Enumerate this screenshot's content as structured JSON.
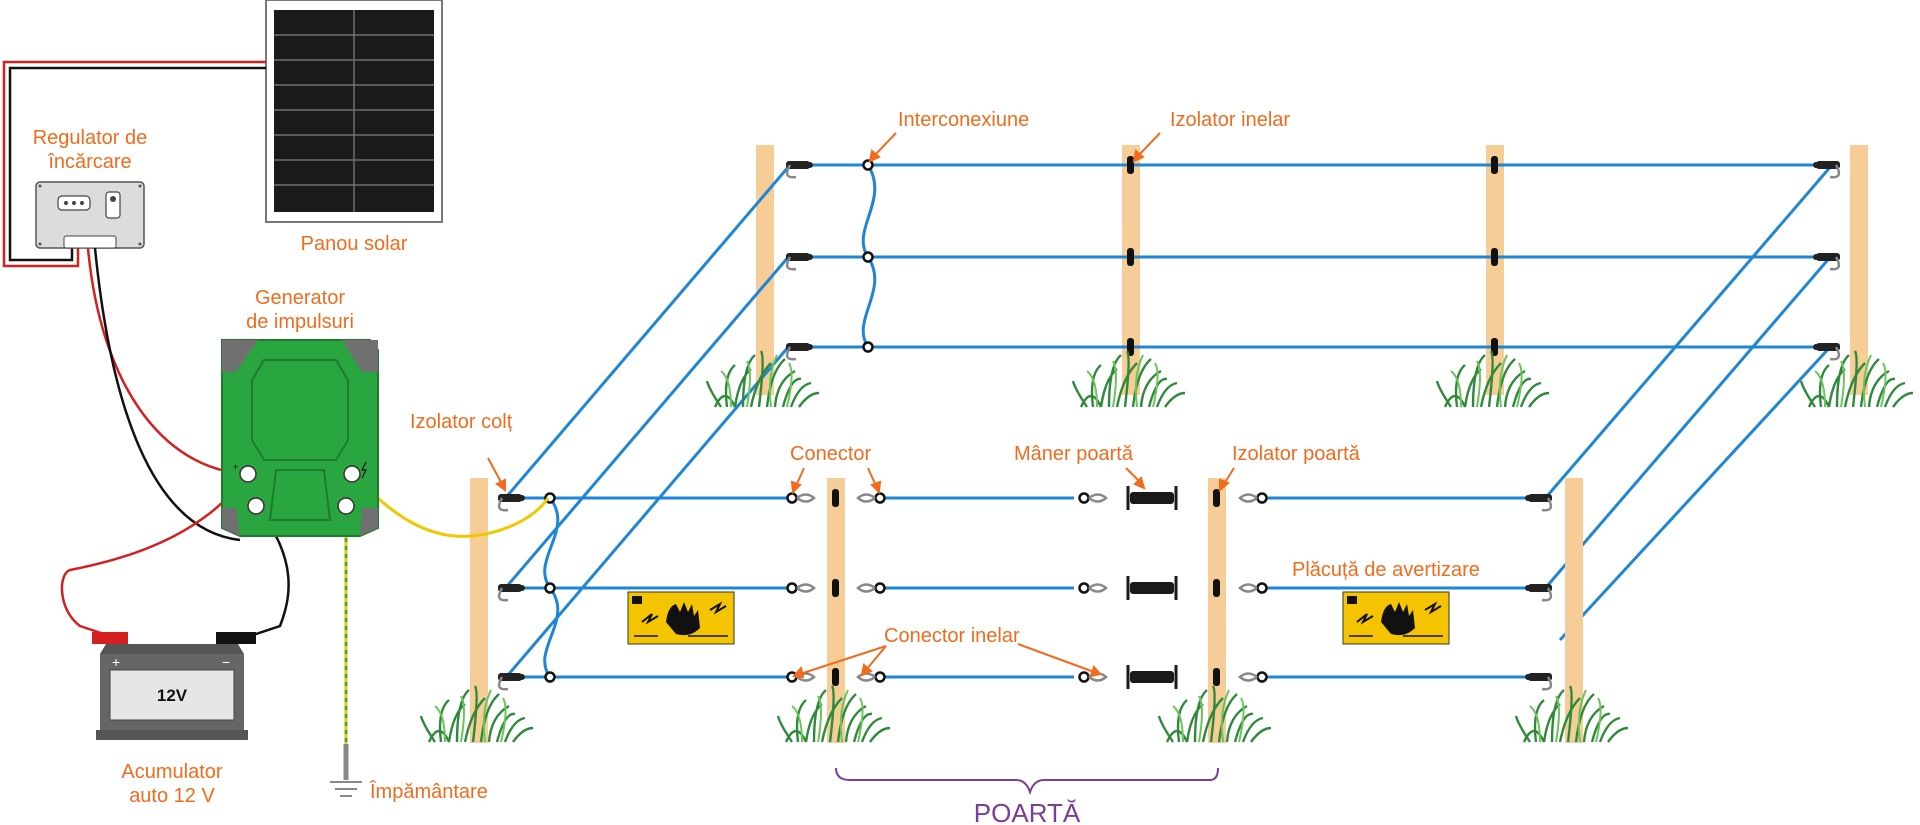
{
  "labels": {
    "regulator": [
      "Regulator de",
      "încărcare"
    ],
    "solar_panel": "Panou solar",
    "generator": [
      "Generator",
      "de impulsuri"
    ],
    "interconnection": "Interconexiune",
    "ring_insulator": "Izolator inelar",
    "corner_insulator": "Izolator colț",
    "connector": "Conector",
    "gate_handle": "Mâner poartă",
    "gate_insulator": "Izolator poartă",
    "warning_sign": "Plăcuță de avertizare",
    "ring_connector": "Conector inelar",
    "battery": [
      "Acumulator",
      "auto 12 V"
    ],
    "grounding": "Împământare",
    "gate": "POARTĂ",
    "battery_voltage": "12V",
    "battery_plus": "+",
    "battery_minus": "−"
  },
  "colors": {
    "label": "#f26b1d",
    "gate_label": "#7a3d9a",
    "fence_wire": "#1f86d6",
    "post": "#f6cd97",
    "generator": "#2aa640",
    "warning_sign": "#f5c400",
    "positive_wire": "#d42020",
    "negative_wire": "#111111",
    "fence_feed_wire": "#f0c800",
    "ground_wire": "#5aa02c"
  },
  "icons": [
    "solar-panel-icon",
    "charge-regulator-icon",
    "pulse-generator-icon",
    "car-battery-icon",
    "ground-rod-icon",
    "grass-tuft-icon",
    "warning-hand-icon"
  ]
}
